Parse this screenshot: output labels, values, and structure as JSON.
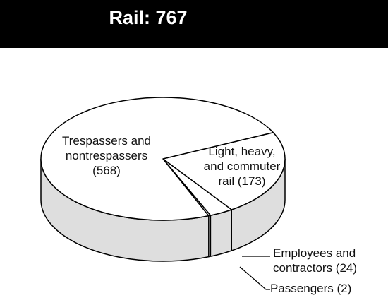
{
  "header": {
    "title": "Rail: 767"
  },
  "chart_data": {
    "type": "pie",
    "title": "Rail: 767",
    "total": 767,
    "slices": [
      {
        "label_lines": [
          "Trespassers and",
          "nontrespassers",
          "(568)"
        ],
        "value": 568
      },
      {
        "label_lines": [
          "Light, heavy,",
          "and commuter",
          "rail (173)"
        ],
        "value": 173
      },
      {
        "label_lines": [
          "Employees and",
          "contractors (24)"
        ],
        "value": 24
      },
      {
        "label_lines": [
          "Passengers (2)"
        ],
        "value": 2
      }
    ],
    "colors": {
      "top": "#ffffff",
      "side": "#dedede",
      "outline": "#000000"
    }
  }
}
